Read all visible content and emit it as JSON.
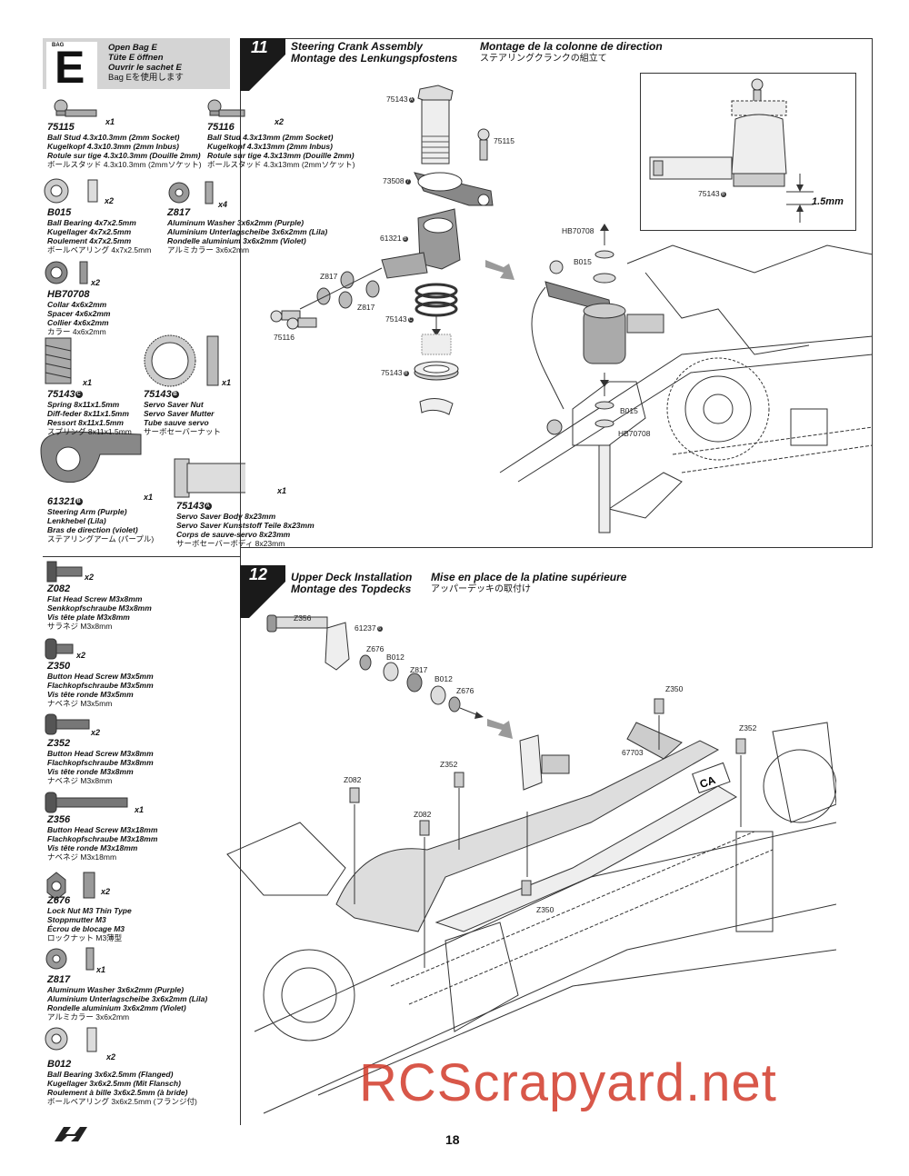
{
  "bag": {
    "tag": "BAG",
    "letter": "E",
    "lines": [
      "Open Bag E",
      "Tüte E öffnen",
      "Ouvrir le sachet E"
    ],
    "jp": "Bag Eを使用します"
  },
  "parts": [
    {
      "id": "75115",
      "qty": "x1",
      "lines": [
        "Ball Stud 4.3x10.3mm (2mm Socket)",
        "Kugelkopf 4.3x10.3mm (2mm Inbus)",
        "Rotule sur tige 4.3x10.3mm (Douille 2mm)"
      ],
      "jp": "ボールスタッド 4.3x10.3mm (2mmソケット)"
    },
    {
      "id": "75116",
      "qty": "x2",
      "lines": [
        "Ball Stud 4.3x13mm (2mm Socket)",
        "Kugelkopf 4.3x13mm (2mm Inbus)",
        "Rotule sur tige 4.3x13mm (Douille 2mm)"
      ],
      "jp": "ボールスタッド 4.3x13mm (2mmソケット)"
    },
    {
      "id": "B015",
      "qty": "x2",
      "lines": [
        "Ball Bearing 4x7x2.5mm",
        "Kugellager 4x7x2.5mm",
        "Roulement 4x7x2.5mm"
      ],
      "jp": "ボールベアリング 4x7x2.5mm"
    },
    {
      "id": "Z817",
      "qty": "x4",
      "lines": [
        "Aluminum Washer 3x6x2mm (Purple)",
        "Aluminium Unterlagscheibe 3x6x2mm (Lila)",
        "Rondelle aluminium 3x6x2mm (Violet)"
      ],
      "jp": "アルミカラー 3x6x2mm"
    },
    {
      "id": "HB70708",
      "qty": "x2",
      "lines": [
        "Collar 4x6x2mm",
        "Spacer 4x6x2mm",
        "Collier 4x6x2mm"
      ],
      "jp": "カラー 4x6x2mm"
    },
    {
      "id": "75143",
      "sub": "C",
      "qty": "x1",
      "lines": [
        "Spring 8x11x1.5mm",
        "Diff-feder 8x11x1.5mm",
        "Ressort 8x11x1.5mm"
      ],
      "jp": "スプリング 8x11x1.5mm"
    },
    {
      "id": "75143",
      "sub": "B",
      "qty": "x1",
      "lines": [
        "Servo Saver Nut",
        "Servo Saver Mutter",
        "Tube sauve servo"
      ],
      "jp": "サーボセーバーナット"
    },
    {
      "id": "61321",
      "sub": "B",
      "qty": "x1",
      "lines": [
        "Steering Arm (Purple)",
        "Lenkhebel (Lila)",
        "Bras de direction (violet)"
      ],
      "jp": "ステアリングアーム (パープル)"
    },
    {
      "id": "75143",
      "sub": "A",
      "qty": "x1",
      "lines": [
        "Servo Saver Body 8x23mm",
        "Servo Saver Kunststoff Teile 8x23mm",
        "Corps de sauve-servo 8x23mm"
      ],
      "jp": "サーボセーバーボディ 8x23mm"
    },
    {
      "id": "Z082",
      "qty": "x2",
      "lines": [
        "Flat Head Screw M3x8mm",
        "Senkkopfschraube M3x8mm",
        "Vis tête plate M3x8mm"
      ],
      "jp": "サラネジ M3x8mm"
    },
    {
      "id": "Z350",
      "qty": "x2",
      "lines": [
        "Button Head Screw M3x5mm",
        "Flachkopfschraube M3x5mm",
        "Vis tête ronde M3x5mm"
      ],
      "jp": "ナベネジ M3x5mm"
    },
    {
      "id": "Z352",
      "qty": "x2",
      "lines": [
        "Button Head Screw M3x8mm",
        "Flachkopfschraube M3x8mm",
        "Vis tête ronde M3x8mm"
      ],
      "jp": "ナベネジ M3x8mm"
    },
    {
      "id": "Z356",
      "qty": "x1",
      "lines": [
        "Button Head Screw M3x18mm",
        "Flachkopfschraube M3x18mm",
        "Vis tête ronde M3x18mm"
      ],
      "jp": "ナベネジ M3x18mm"
    },
    {
      "id": "Z676",
      "qty": "x2",
      "lines": [
        "Lock Nut M3 Thin Type",
        "Stoppmutter M3",
        "Écrou de blocage M3"
      ],
      "jp": "ロックナット M3薄型"
    },
    {
      "id": "Z817",
      "qty": "x1",
      "lines": [
        "Aluminum Washer 3x6x2mm (Purple)",
        "Aluminium Unterlagscheibe 3x6x2mm (Lila)",
        "Rondelle aluminium 3x6x2mm (Violet)"
      ],
      "jp": "アルミカラー 3x6x2mm"
    },
    {
      "id": "B012",
      "qty": "x2",
      "lines": [
        "Ball Bearing 3x6x2.5mm (Flanged)",
        "Kugellager 3x6x2.5mm (Mit Flansch)",
        "Roulement à bille 3x6x2.5mm (à bride)"
      ],
      "jp": "ボールベアリング 3x6x2.5mm (フランジ付)"
    }
  ],
  "step11": {
    "number": "11",
    "title_en": "Steering Crank Assembly",
    "title_de": "Montage des Lenkungspfostens",
    "title_fr": "Montage de la colonne de direction",
    "title_jp": "ステアリングクランクの組立て",
    "labels": {
      "l1": "75143",
      "l1s": "A",
      "l2": "75115",
      "l3": "73508",
      "l3s": "7",
      "l4": "61321",
      "l4s": "B",
      "l5": "Z817",
      "l6": "Z817",
      "l7": "75116",
      "l8": "75143",
      "l8s": "C",
      "l9": "75143",
      "l9s": "B",
      "l10": "HB70708",
      "l11": "B015",
      "l12": "B015",
      "l13": "HB70708",
      "l14": "75143",
      "l14s": "B"
    },
    "dimension": "1.5mm"
  },
  "step12": {
    "number": "12",
    "title_en": "Upper Deck Installation",
    "title_de": "Montage des Topdecks",
    "title_fr": "Mise en place de la platine supérieure",
    "title_jp": "アッパーデッキの取付け",
    "labels": {
      "l1": "Z356",
      "l2": "61237",
      "l2s": "6",
      "l3": "Z676",
      "l4": "B012",
      "l5": "Z817",
      "l6": "B012",
      "l7": "Z676",
      "l8": "Z350",
      "l9": "Z352",
      "l10": "67703",
      "l11": "Z352",
      "l12": "Z082",
      "l13": "Z082",
      "l14": "Z350",
      "ca": "CA"
    }
  },
  "page_number": "18",
  "watermark": "RCScrapyard.net",
  "colors": {
    "ink": "#111111",
    "panel": "#d4d4d4",
    "badge": "#1a1a1a",
    "watermark": "#d23a2a",
    "arrow_grey": "#9a9a9a"
  }
}
